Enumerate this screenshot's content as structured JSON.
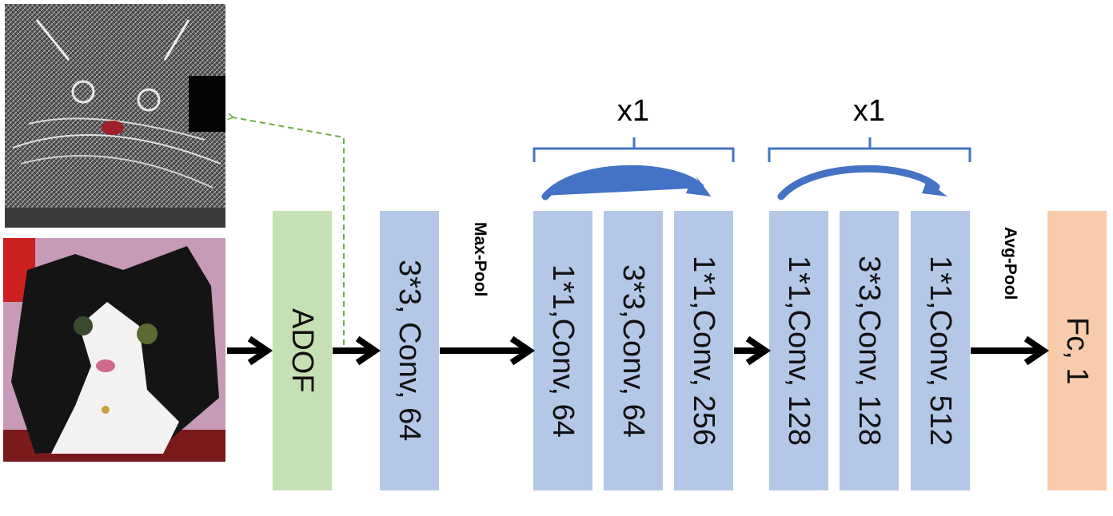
{
  "colors": {
    "adof": "#c5e0b4",
    "conv": "#b4c7e7",
    "fc": "#f8cbad",
    "brace": "#4472c4",
    "dashed": "#70ad47",
    "arrow": "#000000"
  },
  "images": {
    "filtered": {
      "icon": "filtered-kitten-image"
    },
    "original": {
      "icon": "kitten-photo"
    }
  },
  "blocks": {
    "adof": "ADOF",
    "conv1": "3*3, Conv, 64",
    "stage1": [
      "1*1,Conv, 64",
      "3*3,Conv, 64",
      "1*1,Conv, 256"
    ],
    "stage2": [
      "1*1,Conv, 128",
      "3*3,Conv, 128",
      "1*1,Conv, 512"
    ],
    "fc": "Fc, 1"
  },
  "ops": {
    "maxpool": "Max-Pool",
    "avgpool": "Avg-Pool"
  },
  "repeats": {
    "stage1": "x1",
    "stage2": "x1"
  }
}
